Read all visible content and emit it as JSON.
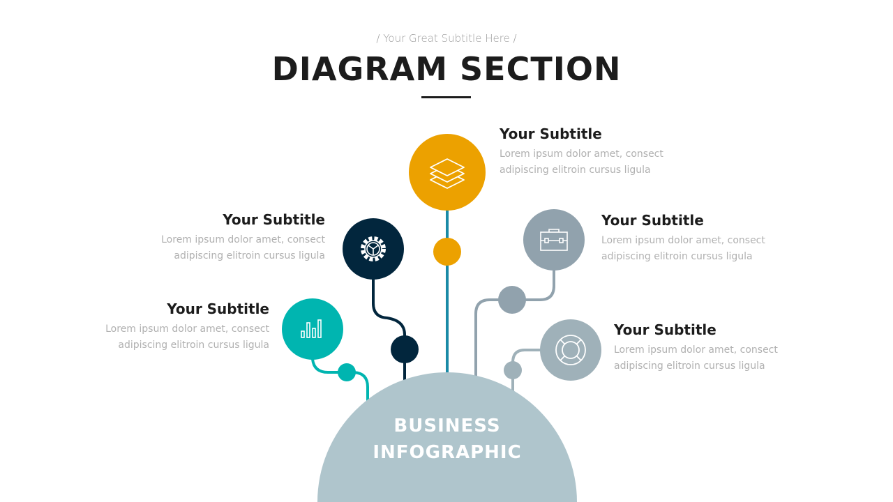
{
  "header": {
    "subtitle": "/ Your Great Subtitle Here /",
    "title": "DIAGRAM SECTION"
  },
  "center": {
    "line1": "BUSINESS",
    "line2": "INFOGRAPHIC"
  },
  "items": [
    {
      "title": "Your Subtitle",
      "line1": "Lorem ipsum dolor amet, consect",
      "line2": "adipiscing elitroin cursus ligula",
      "icon": "layers-icon",
      "color": "#eca100"
    },
    {
      "title": "Your Subtitle",
      "line1": "Lorem ipsum dolor amet, consect",
      "line2": "adipiscing elitroin cursus ligula",
      "icon": "gear-icon",
      "color": "#02263d"
    },
    {
      "title": "Your Subtitle",
      "line1": "Lorem ipsum dolor amet, consect",
      "line2": "adipiscing elitroin cursus ligula",
      "icon": "bar-chart-icon",
      "color": "#00b5b0"
    },
    {
      "title": "Your Subtitle",
      "line1": "Lorem ipsum dolor amet, consect",
      "line2": "adipiscing elitroin cursus ligula",
      "icon": "briefcase-icon",
      "color": "#91a2ad"
    },
    {
      "title": "Your Subtitle",
      "line1": "Lorem ipsum dolor amet, consect",
      "line2": "adipiscing elitroin cursus ligula",
      "icon": "lifebuoy-icon",
      "color": "#9fb1b9"
    }
  ],
  "colors": {
    "stem": "#1a8aa6",
    "hub": "#afc5cc"
  }
}
